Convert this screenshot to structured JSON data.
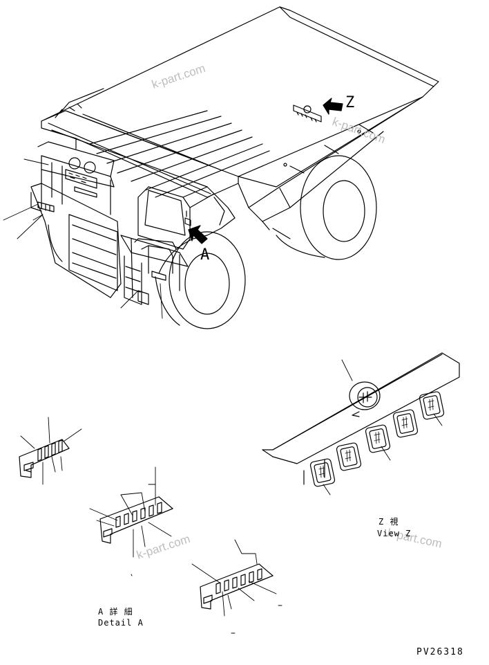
{
  "callouts": {
    "view_z_letter": "Z",
    "detail_a_letter": "A"
  },
  "captions": {
    "view_z_jp": "Z 視",
    "view_z_en": "View Z",
    "detail_a_jp": "A 詳 細",
    "detail_a_en": "Detail A"
  },
  "figure_code": "PV26318",
  "watermarks": [
    "k-part.com",
    "k-part.com",
    "k-part.com",
    "k-part.com"
  ],
  "colors": {
    "line": "#000000",
    "watermark": "#bdbdbd",
    "background": "#ffffff"
  }
}
